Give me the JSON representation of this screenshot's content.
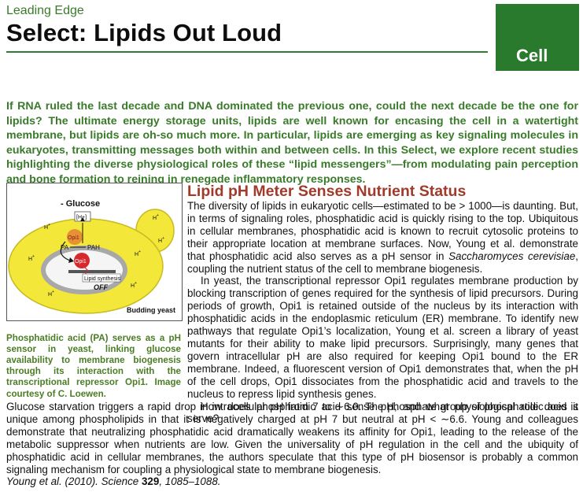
{
  "header": {
    "kicker": "Leading Edge",
    "title": "Select: Lipids Out Loud",
    "logo_text": "Cell",
    "accent_color": "#2a7a2d"
  },
  "intro": "If RNA ruled the last decade and DNA dominated the previous one, could the next decade be the one for lipids? The ultimate energy storage units, lipids are well known for encasing the cell in a watertight membrane, but lipids are oh-so much more. In particular, lipids are emerging as key signaling molecules in eukaryotes, transmitting messages both within and between cells. In this Select, we explore recent studies highlighting the diverse physiological roles of these “lipid messengers”—from modulating pain perception and bone formation to reining in renegade inflammatory responses.",
  "figure": {
    "glucose_label": "- Glucose",
    "hplus": "H",
    "hplus_sup": "+",
    "bracket_label": "[H+]",
    "opi1_label": "Opi1",
    "pa_label": "PA",
    "pah_label": "PAH",
    "lipid_synthesis_label": "Lipid synthesis",
    "off_label": "OFF",
    "budding_yeast_label": "Budding yeast"
  },
  "caption": "Phosphatidic acid (PA) serves as a pH sensor in yeast, linking glucose availability to membrane biogenesis through its interaction with the transcriptional repressor Opi1. Image courtesy of C. Loewen.",
  "article": {
    "heading": "Lipid pH Meter Senses Nutrient Status",
    "p1_part1": "The diversity of lipids in eukaryotic cells—estimated to be > 1000—is daunting. But, in terms of signaling roles, phosphatidic acid is quickly rising to the top. Ubiquitous in cellular membranes, phosphatidic acid is known to recruit cytosolic proteins to their appropriate location at membrane surfaces. Now, Young et al. demonstrate that phosphatidic acid also serves as a pH sensor in ",
    "p1_species": "Saccharomyces cerevisiae",
    "p1_part2": ", coupling the nutrient status of the cell to membrane biogenesis.",
    "p2": "In yeast, the transcriptional repressor Opi1 regulates membrane production by blocking transcription of genes required for the synthesis of lipid precursors. During periods of growth, Opi1 is retained outside of the nucleus by its interaction with phosphatidic acids in the endoplasmic reticulum (ER) membrane. To identify new pathways that regulate Opi1’s localization, Young et al. screen a library of yeast mutants for their ability to make lipid precursors. Surprisingly, many genes that govern intracellular pH are also required for keeping Opi1 bound to the ER membrane. Indeed, a fluorescent version of Opi1 demonstrates that, when the pH of the cell drops, Opi1 dissociates from the phosphatidic acid and travels to the nucleus to repress lipid synthesis genes.",
    "p3_start": "How does phosphatidic acid sense pH, and what physiological role does it serve?",
    "p3_rest": "Glucose starvation triggers a rapid drop in intracellular pH from 7 to ∼6.0. The phosphate group of phosphatidic acid is unique among phospholipids in that it is negatively charged at pH 7 but neutral at pH < ∼6.6. Young and colleagues demonstrate that neutralizing phosphatidic acid dramatically weakens its affinity for Opi1, leading to the release of the metabolic suppressor when nutrients are low. Given the universality of pH regulation in the cell and the ubiquity of phosphatidic acid in cellular membranes, the authors speculate that this type of pH biosensor is probably a common signaling mechanism for coupling a physiological state to membrane biogenesis.",
    "ref_authors": "Young et al. (2010). Science ",
    "ref_volume": "329",
    "ref_pages": ", 1085–1088."
  }
}
